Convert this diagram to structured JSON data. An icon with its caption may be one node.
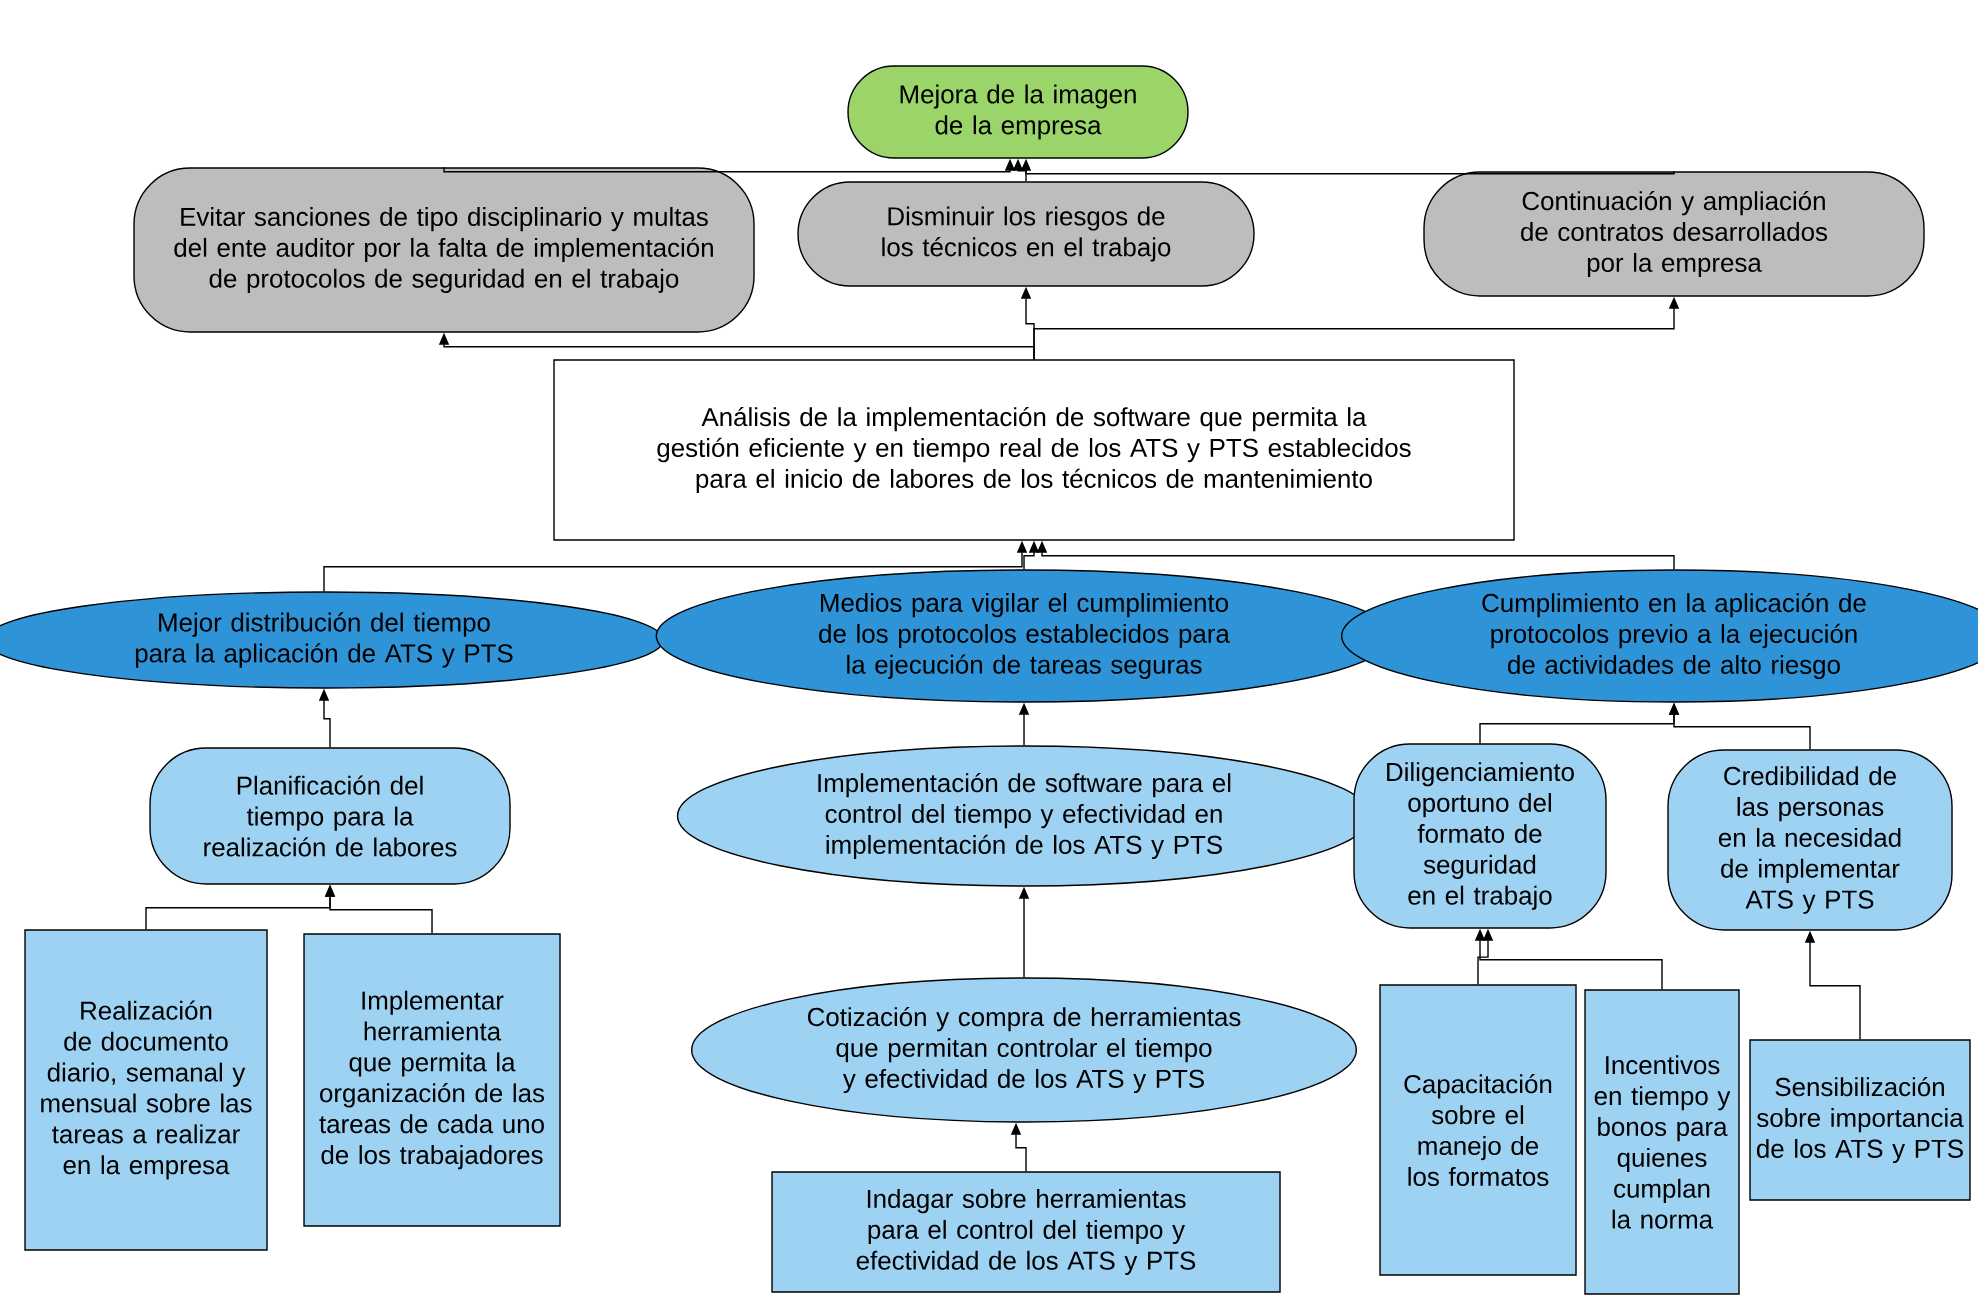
{
  "diagram": {
    "nodes": [
      {
        "text": [
          "Mejora de la imagen de la empresa"
        ]
      },
      {
        "text": [
          "Evitar sanciones de tipo disciplinario y multas del ente auditor por la falta de implementación de protocolos de seguridad en el trabajo"
        ]
      },
      {
        "text": [
          "Disminuir los riesgos de los técnicos en el trabajo"
        ]
      },
      {
        "text": [
          "Continuación y ampliación de contratos desarrollados por la empresa"
        ]
      },
      {
        "text": [
          "Análisis de la implementación de software que permita la gestión eficiente y en tiempo real de los ATS y PTS establecidos para el inicio de labores de los técnicos de mantenimiento"
        ]
      },
      {
        "text": [
          "Mejor distribución del tiempo para la aplicación de ATS y PTS"
        ]
      },
      {
        "text": [
          "Medios para vigilar el cumplimiento de los protocolos establecidos para la ejecución de tareas seguras"
        ]
      },
      {
        "text": [
          "Cumplimiento en la aplicación de protocolos previo a la ejecución de actividades de alto riesgo"
        ]
      },
      {
        "text": [
          "Planificación del tiempo para la realización de labores"
        ]
      },
      {
        "text": [
          "Implementación de software para el control del tiempo y efectividad en implementación de los ATS y PTS"
        ]
      },
      {
        "text": [
          "Diligenciamiento oportuno del formato de seguridad en el trabajo"
        ]
      },
      {
        "text": [
          "Credibilidad de las personas en la necesidad de implementar ATS y PTS"
        ]
      },
      {
        "text": [
          "Realización de documento diario, semanal y mensual sobre las tareas a realizar en la empresa"
        ]
      },
      {
        "text": [
          "Implementar herramienta que permita la organización de las tareas de cada uno de los trabajadores"
        ]
      },
      {
        "text": [
          "Cotización y compra de herramientas que permitan controlar el tiempo y efectividad de los ATS y PTS"
        ]
      },
      {
        "text": [
          "Indagar sobre herramientas para el control del tiempo y efectividad de los ATS y PTS"
        ]
      },
      {
        "text": [
          "Capacitación sobre el manejo de los formatos"
        ]
      },
      {
        "text": [
          "Incentivos en tiempo y bonos para quienes cumplan la norma"
        ]
      },
      {
        "text": [
          "Sensibilización sobre importancia de los ATS y PTS"
        ]
      }
    ],
    "edges": [
      {
        "from": 1,
        "to": 0,
        "arrow": "to"
      },
      {
        "from": 2,
        "to": 0,
        "arrow": "to"
      },
      {
        "from": 3,
        "to": 0,
        "arrow": "to"
      },
      {
        "from": 4,
        "to": 1,
        "arrow": "to"
      },
      {
        "from": 4,
        "to": 2,
        "arrow": "to"
      },
      {
        "from": 4,
        "to": 3,
        "arrow": "to"
      },
      {
        "from": 5,
        "to": 4,
        "arrow": "to"
      },
      {
        "from": 6,
        "to": 4,
        "arrow": "to"
      },
      {
        "from": 7,
        "to": 4,
        "arrow": "to"
      },
      {
        "from": 8,
        "to": 5,
        "arrow": "to"
      },
      {
        "from": 9,
        "to": 6,
        "arrow": "to"
      },
      {
        "from": 10,
        "to": 7,
        "arrow": "to"
      },
      {
        "from": 11,
        "to": 7,
        "arrow": "to"
      },
      {
        "from": 12,
        "to": 8,
        "arrow": "to"
      },
      {
        "from": 13,
        "to": 8,
        "arrow": "to"
      },
      {
        "from": 14,
        "to": 9,
        "arrow": "to"
      },
      {
        "from": 15,
        "to": 14,
        "arrow": "to"
      },
      {
        "from": 16,
        "to": 10,
        "arrow": "to"
      },
      {
        "from": 17,
        "to": 10,
        "arrow": "to"
      },
      {
        "from": 18,
        "to": 11,
        "arrow": "to"
      }
    ]
  }
}
